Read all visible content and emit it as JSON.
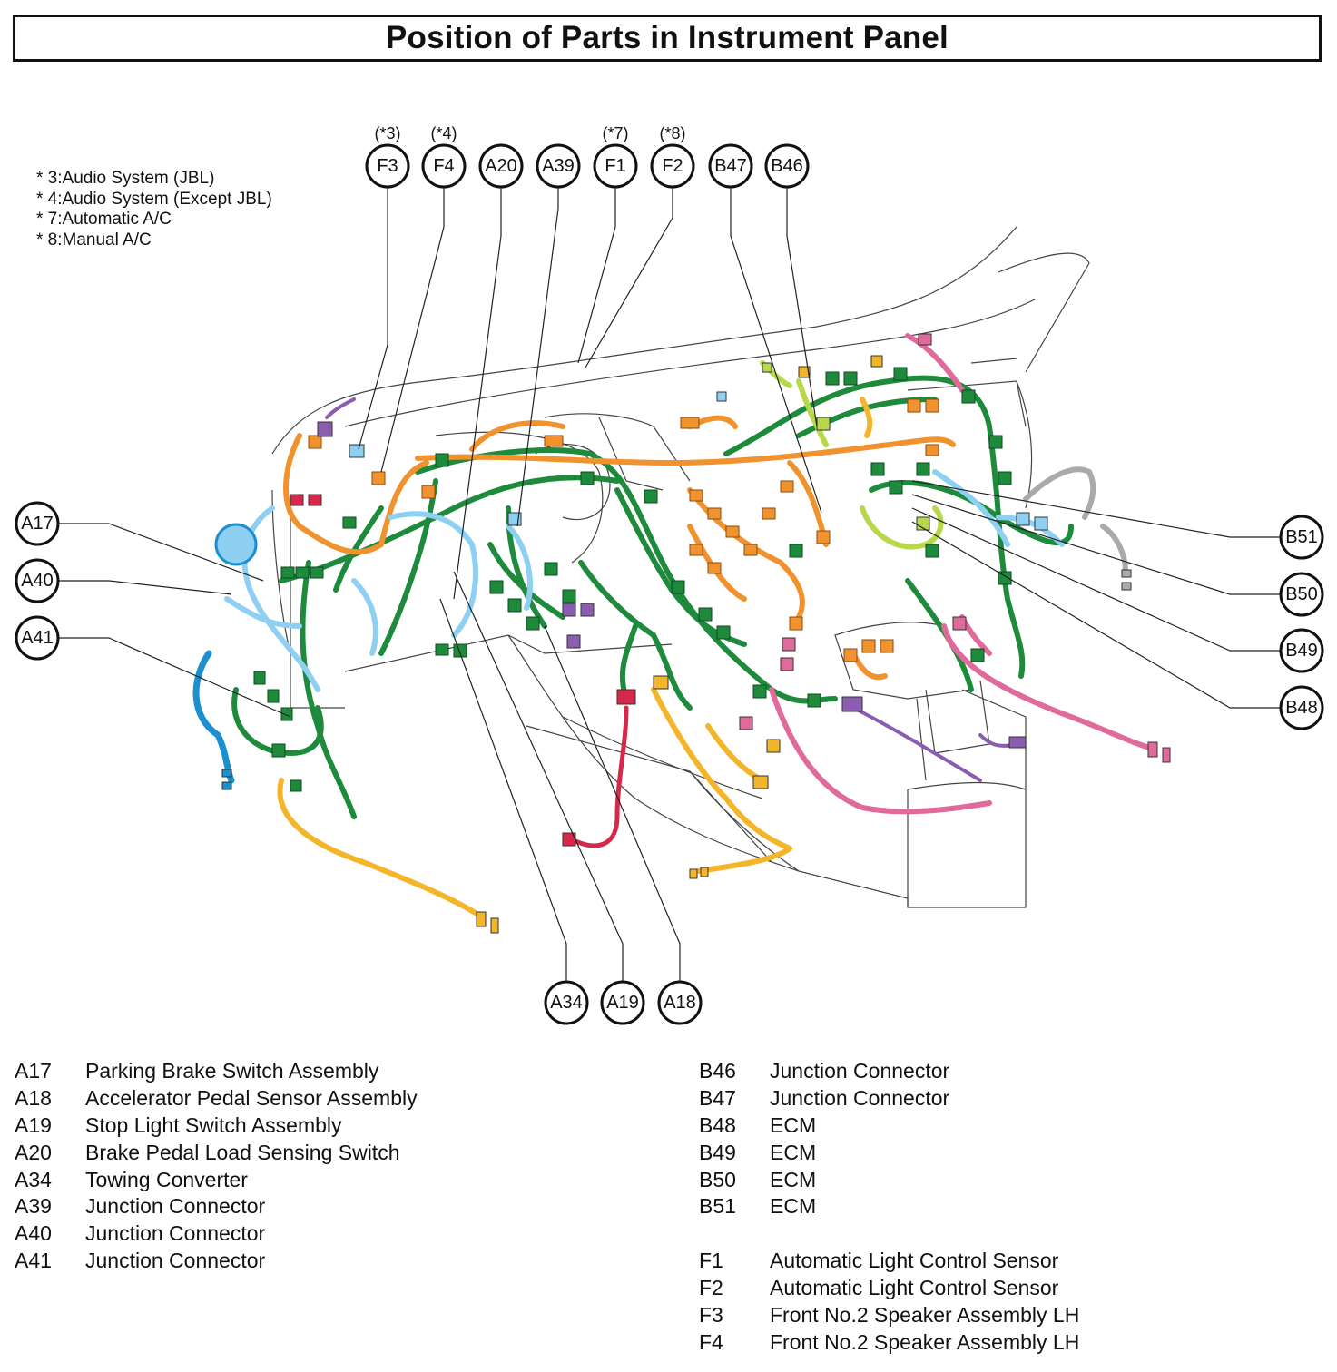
{
  "title": "Position of Parts in Instrument Panel",
  "notes": [
    "* 3:Audio System (JBL)",
    "* 4:Audio System (Except JBL)",
    "* 7:Automatic A/C",
    "* 8:Manual A/C"
  ],
  "callouts": {
    "F3": {
      "label": "F3",
      "note": "(*3)"
    },
    "F4": {
      "label": "F4",
      "note": "(*4)"
    },
    "A20": {
      "label": "A20"
    },
    "A39": {
      "label": "A39"
    },
    "F1": {
      "label": "F1",
      "note": "(*7)"
    },
    "F2": {
      "label": "F2",
      "note": "(*8)"
    },
    "B47": {
      "label": "B47"
    },
    "B46": {
      "label": "B46"
    },
    "A17": {
      "label": "A17"
    },
    "A40": {
      "label": "A40"
    },
    "A41": {
      "label": "A41"
    },
    "B51": {
      "label": "B51"
    },
    "B50": {
      "label": "B50"
    },
    "B49": {
      "label": "B49"
    },
    "B48": {
      "label": "B48"
    },
    "A34": {
      "label": "A34"
    },
    "A19": {
      "label": "A19"
    },
    "A18": {
      "label": "A18"
    }
  },
  "legend_left": [
    {
      "code": "A17",
      "name": "Parking Brake Switch Assembly"
    },
    {
      "code": "A18",
      "name": "Accelerator Pedal Sensor Assembly"
    },
    {
      "code": "A19",
      "name": "Stop Light Switch Assembly"
    },
    {
      "code": "A20",
      "name": "Brake Pedal Load Sensing Switch"
    },
    {
      "code": "A34",
      "name": "Towing Converter"
    },
    {
      "code": "A39",
      "name": "Junction Connector"
    },
    {
      "code": "A40",
      "name": "Junction Connector"
    },
    {
      "code": "A41",
      "name": "Junction Connector"
    }
  ],
  "legend_right_b": [
    {
      "code": "B46",
      "name": "Junction Connector"
    },
    {
      "code": "B47",
      "name": "Junction Connector"
    },
    {
      "code": "B48",
      "name": "ECM"
    },
    {
      "code": "B49",
      "name": "ECM"
    },
    {
      "code": "B50",
      "name": "ECM"
    },
    {
      "code": "B51",
      "name": "ECM"
    }
  ],
  "legend_right_f": [
    {
      "code": "F1",
      "name": "Automatic Light Control Sensor"
    },
    {
      "code": "F2",
      "name": "Automatic Light Control Sensor"
    },
    {
      "code": "F3",
      "name": "Front No.2 Speaker Assembly LH"
    },
    {
      "code": "F4",
      "name": "Front No.2 Speaker Assembly LH"
    }
  ],
  "colors": {
    "harness_green": "#1e8a3c",
    "harness_orange": "#f0922e",
    "harness_lightblue": "#8fd0f2",
    "harness_blue": "#1b8fd0",
    "harness_yellow": "#f3b62a",
    "harness_pink": "#e06a9c",
    "harness_purple": "#8a5db0",
    "harness_lime": "#b6d84a",
    "harness_red": "#d6284a"
  }
}
